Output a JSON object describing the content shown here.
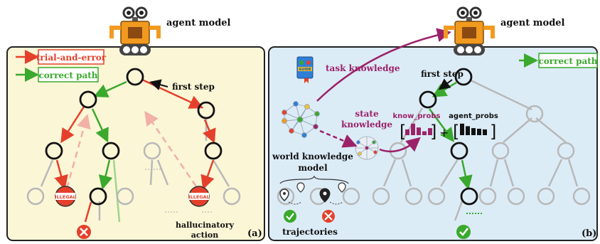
{
  "colors": {
    "panel_a_bg": "#fbf6d6",
    "panel_b_bg": "#dcecf7",
    "red": "#e4402b",
    "green": "#3aa92d",
    "purple": "#9b2268",
    "gray": "#b8b8b8",
    "pink_dashed": "#f2b1a6"
  },
  "robot": {
    "label": "agent model"
  },
  "panel_a": {
    "label": "(a)",
    "legend_trial": "trial-and-error",
    "legend_correct": "correct path",
    "first_step": "first step",
    "illegal_badge": "ILLEGAL",
    "hallucinatory_1": "hallucinatory",
    "hallucinatory_2": "action"
  },
  "panel_b": {
    "label": "(b)",
    "legend_correct": "correct path",
    "first_step": "first step",
    "task_knowledge": "task knowledge",
    "state_knowledge_1": "state",
    "state_knowledge_2": "knowledge",
    "world_model_1": "world knowledge",
    "world_model_2": "model",
    "trajectories": "trajectories",
    "know_probs": "know_probs",
    "agent_probs": "agent_probs",
    "guide_text": "GUIDE",
    "know_probs_bars": [
      0.45,
      0.9,
      0.6,
      0.3,
      0.55
    ],
    "agent_probs_bars": [
      0.9,
      0.7,
      0.55,
      0.5,
      0.45
    ]
  }
}
